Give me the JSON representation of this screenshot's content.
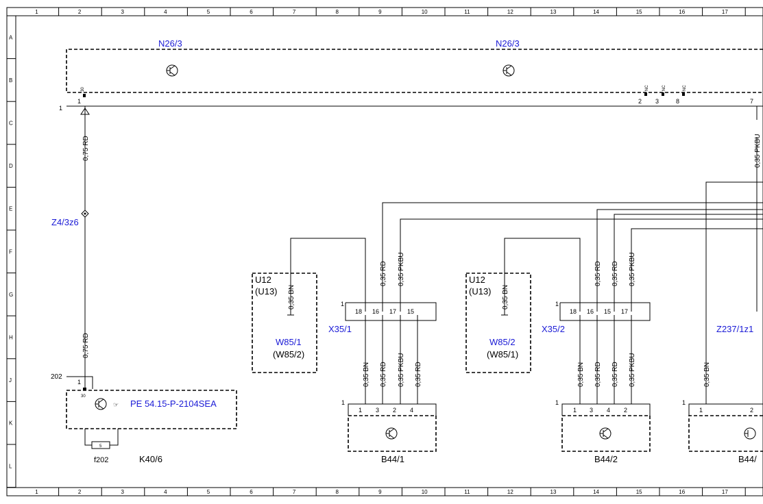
{
  "ruler": {
    "columns": [
      "1",
      "2",
      "3",
      "4",
      "5",
      "6",
      "7",
      "8",
      "9",
      "10",
      "11",
      "12",
      "13",
      "14",
      "15",
      "16",
      "17"
    ],
    "rows": [
      "A",
      "B",
      "C",
      "D",
      "E",
      "F",
      "G",
      "H",
      "J",
      "K",
      "L"
    ]
  },
  "components": {
    "n26_3_left": "N26/3",
    "n26_3_right": "N26/3",
    "z4_3z6": "Z4/3z6",
    "k40_6": "K40/6",
    "f202": "f202",
    "ref_202": "202",
    "pe_reference": "PE 54.15-P-2104SEA",
    "u12_a": "U12",
    "u13_a": "(U13)",
    "w85_1": "W85/1",
    "w85_2_paren": "(W85/2)",
    "u12_b": "U12",
    "u13_b": "(U13)",
    "w85_2": "W85/2",
    "w85_1_paren": "(W85/1)",
    "x35_1": "X35/1",
    "x35_2": "X35/2",
    "b44_1": "B44/1",
    "b44_2": "B44/2",
    "b44_partial": "B44/",
    "z237_1z1": "Z237/1z1"
  },
  "wires": {
    "w075rd_top": "0,75 RD",
    "w075rd_bottom": "0,75 RD",
    "u12a_bn": "0,35 BN",
    "u12b_bn": "0,35 BN",
    "x35_1_rd": "0,35 RD",
    "x35_1_pkbu": "0,35 PKBU",
    "x35_2_rd_a": "0,35 RD",
    "x35_2_rd_b": "0,35 RD",
    "x35_2_pkbu": "0,35 PKBU",
    "b44_1_bn": "0,35 BN",
    "b44_1_rd_a": "0,35 RD",
    "b44_1_pkbu": "0,35 PKBU",
    "b44_1_rd_b": "0,35 RD",
    "b44_2_bn": "0,35 BN",
    "b44_2_rd_a": "0,35 RD",
    "b44_2_rd_b": "0,35 RD",
    "b44_2_pkbu": "0,35 PKBU",
    "right_bn": "0,35 BN",
    "right_pkbu_partial": "0,35 PKBU"
  },
  "pins": {
    "n26_pin_30": "30",
    "n26_pin_1": "1",
    "n26_pin_2": "2",
    "n26_pin_3": "3",
    "n26_pin_8": "8",
    "n26_pin_7": "7",
    "nc": "NC",
    "k40_pin_1": "1",
    "k40_pin_30": "30",
    "fuse_5": "5",
    "x35_1_ref": "1",
    "x35_1_pins": [
      "18",
      "16",
      "17",
      "15"
    ],
    "x35_2_ref": "1",
    "x35_2_pins": [
      "18",
      "16",
      "15",
      "17"
    ],
    "b44_1_ref": "1",
    "b44_1_pins": [
      "1",
      "3",
      "2",
      "4"
    ],
    "b44_2_ref": "1",
    "b44_2_pins": [
      "1",
      "3",
      "4",
      "2"
    ],
    "b44_3_ref": "1",
    "b44_3_pins": [
      "1",
      "2"
    ],
    "frame_ref_1": "1"
  },
  "colors": {
    "label_blue": "#1a1ad6",
    "line": "#000000"
  }
}
